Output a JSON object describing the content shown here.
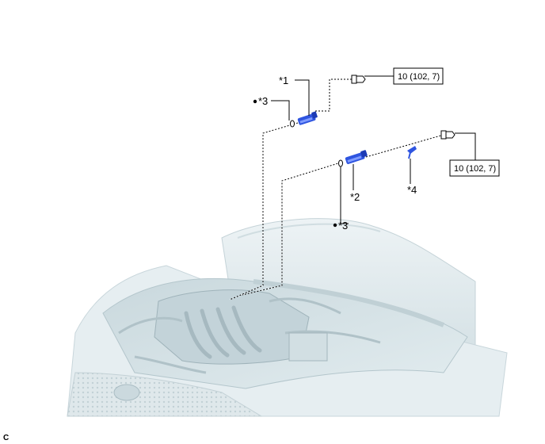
{
  "callouts": {
    "part1": "*1",
    "part2": "*2",
    "part3_upper": "*3",
    "part3_lower": "*3",
    "part4": "*4"
  },
  "torque": {
    "upper": "10 (102, 7)",
    "right": "10 (102, 7)"
  },
  "corner_code": "C",
  "colors": {
    "part_blue": "#2f55e0",
    "engine_bay": "#d8e4e8",
    "engine_dark": "#9fb3ba",
    "leader": "#000000"
  }
}
